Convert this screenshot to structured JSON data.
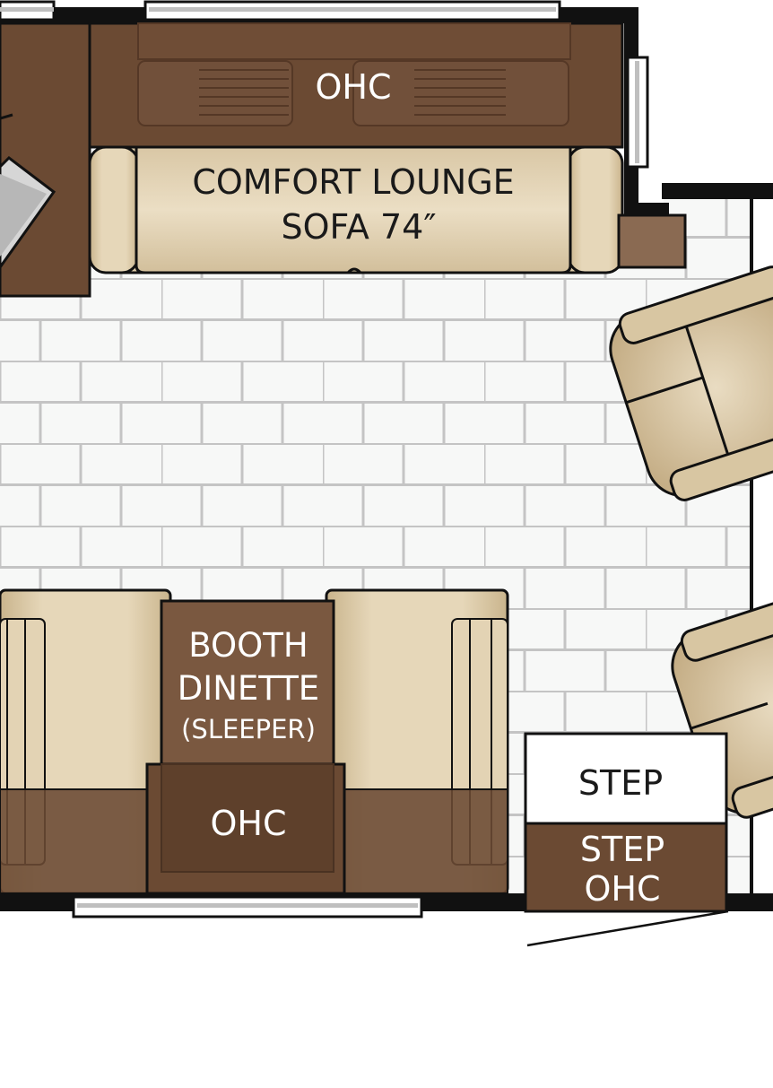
{
  "labels": {
    "ohc_top": "OHC",
    "sofa_line1": "COMFORT LOUNGE",
    "sofa_line2": "SOFA 74″",
    "booth_line1": "BOOTH",
    "booth_line2": "DINETTE",
    "booth_line3": "(SLEEPER)",
    "ohc_bottom": "OHC",
    "step": "STEP",
    "step_ohc_line1": "STEP",
    "step_ohc_line2": "OHC"
  },
  "colors": {
    "wall": "#111111",
    "ohc_brown": "#6b4a33",
    "ohc_brown_light": "#7a5840",
    "cushion_tan": "#e3d3b4",
    "cushion_shade": "#cdb993",
    "tile_line": "#c4c4c4",
    "tile_bg": "#f7f8f7"
  }
}
